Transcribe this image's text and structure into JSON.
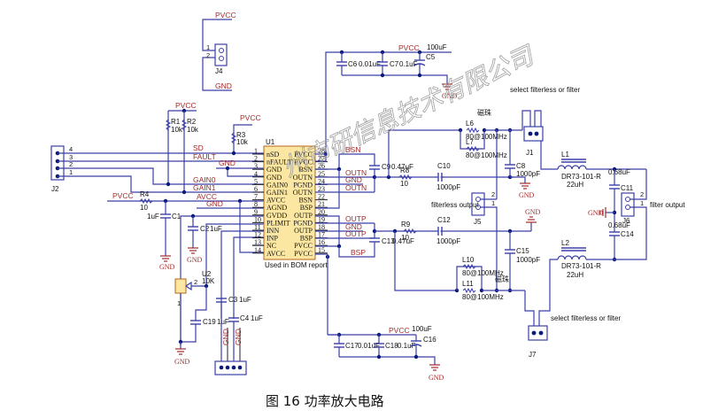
{
  "caption": "图 16  功率放大电路",
  "watermark": "州市研信息技术有限公司",
  "nets": {
    "pvcc": "PVCC",
    "gnd": "GND",
    "sd": "SD",
    "fault": "FAULT",
    "gain0": "GAIN0",
    "gain1": "GAIN1",
    "avcc": "AVCC",
    "bsn": "BSN",
    "bsp": "BSP",
    "outn": "OUTN",
    "outp": "OUTP"
  },
  "u1": {
    "ref": "U1",
    "note": "Used in BOM report",
    "left_pins": [
      {
        "num": "1",
        "name": "nSD"
      },
      {
        "num": "2",
        "name": "nFAULT"
      },
      {
        "num": "3",
        "name": "GND"
      },
      {
        "num": "4",
        "name": "GND"
      },
      {
        "num": "5",
        "name": "GAIN0"
      },
      {
        "num": "6",
        "name": "GAIN1"
      },
      {
        "num": "7",
        "name": "AVCC"
      },
      {
        "num": "8",
        "name": "AGND"
      },
      {
        "num": "9",
        "name": "GVDD"
      },
      {
        "num": "10",
        "name": "PLIMIT"
      },
      {
        "num": "11",
        "name": "INN"
      },
      {
        "num": "12",
        "name": "INP"
      },
      {
        "num": "13",
        "name": "NC"
      },
      {
        "num": "14",
        "name": "AVCC"
      }
    ],
    "right_pins": [
      {
        "num": "28",
        "name": "PVCC"
      },
      {
        "num": "27",
        "name": "PVCC"
      },
      {
        "num": "26",
        "name": "BSN"
      },
      {
        "num": "25",
        "name": "OUTN"
      },
      {
        "num": "24",
        "name": "PGND"
      },
      {
        "num": "23",
        "name": "OUTN"
      },
      {
        "num": "22",
        "name": "BSN"
      },
      {
        "num": "21",
        "name": "BSP"
      },
      {
        "num": "20",
        "name": "OUTP"
      },
      {
        "num": "19",
        "name": "PGND"
      },
      {
        "num": "18",
        "name": "OUTP"
      },
      {
        "num": "17",
        "name": "BSP"
      },
      {
        "num": "16",
        "name": "PVCC"
      },
      {
        "num": "15",
        "name": "PVCC"
      }
    ]
  },
  "components": {
    "j2": {
      "ref": "J2",
      "pins": [
        "4",
        "3",
        "2",
        "1"
      ]
    },
    "j4": {
      "ref": "J4",
      "pins": [
        "1",
        "2"
      ]
    },
    "r1": {
      "ref": "R1",
      "value": "10k"
    },
    "r2": {
      "ref": "R2",
      "value": "10k"
    },
    "r3": {
      "ref": "R3",
      "value": "10k"
    },
    "r4": {
      "ref": "R4",
      "value": "10"
    },
    "c1": {
      "ref": "C1",
      "value": "1uF"
    },
    "c2": {
      "ref": "C2",
      "value": "1uF"
    },
    "c3": {
      "ref": "C3",
      "value": "1uF"
    },
    "c4": {
      "ref": "C4",
      "value": "1uF"
    },
    "c19": {
      "ref": "C19",
      "value": "1uF"
    },
    "u2": {
      "ref": "U2",
      "value": "10K",
      "pin1": "1",
      "pin2": "2"
    },
    "c5": {
      "ref": "C5",
      "value": "100uF"
    },
    "c6": {
      "ref": "C6",
      "value": "0.01uF"
    },
    "c7": {
      "ref": "C7",
      "value": "0.1uF"
    },
    "c9": {
      "ref": "C9",
      "value": "0.47uF"
    },
    "c13": {
      "ref": "C13",
      "value": "0.47uF"
    },
    "r8": {
      "ref": "R8",
      "value": "10"
    },
    "r9": {
      "ref": "R9",
      "value": "10"
    },
    "c10": {
      "ref": "C10",
      "value": "1000pF"
    },
    "c12": {
      "ref": "C12",
      "value": "1000pF"
    },
    "l6": {
      "ref": "L6",
      "value": "80@100MHz"
    },
    "l7": {
      "ref": "L7",
      "value": "80@100MHz"
    },
    "l10": {
      "ref": "L10",
      "value": "80@100MHz"
    },
    "l11": {
      "ref": "L11",
      "value": "80@100MHz"
    },
    "bead_note": "磁珠",
    "c8": {
      "ref": "C8",
      "value": "1000pF"
    },
    "c15": {
      "ref": "C15",
      "value": "1000pF"
    },
    "j1": {
      "ref": "J1",
      "note": "select filterless or filter"
    },
    "j7": {
      "ref": "J7",
      "note": "select filterless or filter"
    },
    "j5": {
      "ref": "J5",
      "note": "filterless output",
      "pins": [
        "2",
        "1"
      ]
    },
    "j6": {
      "ref": "J6",
      "note": "filter output",
      "pins": [
        "2",
        "1"
      ]
    },
    "l1": {
      "ref": "L1",
      "part": "DR73-101-R",
      "value": "22uH"
    },
    "l2": {
      "ref": "L2",
      "part": "DR73-101-R",
      "value": "22uH"
    },
    "c11": {
      "ref": "C11",
      "value": "0.68uF"
    },
    "c14": {
      "ref": "C14",
      "value": "0.68uF"
    },
    "c16": {
      "ref": "C16",
      "value": "100uF"
    },
    "c17": {
      "ref": "C17",
      "value": "0.01uF"
    },
    "c18": {
      "ref": "C18",
      "value": "0.1uF"
    },
    "j3_gnd": "GND"
  }
}
